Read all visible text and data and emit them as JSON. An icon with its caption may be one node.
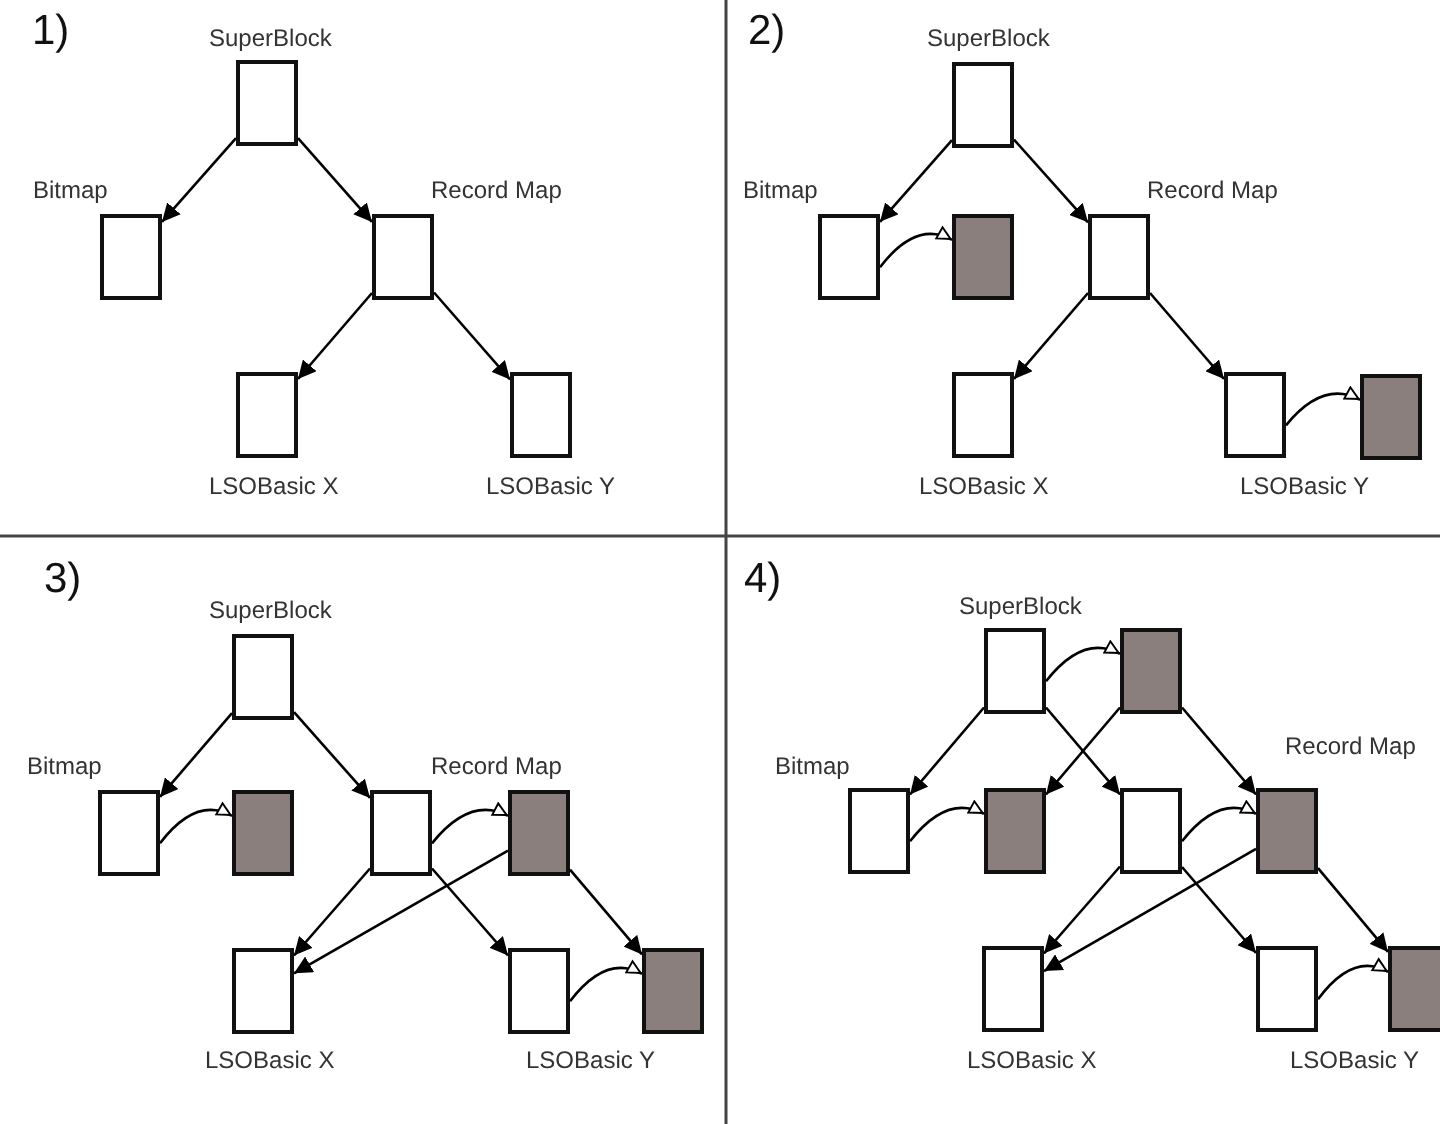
{
  "diagram": {
    "nodes": [
      {
        "text": [
          "SuperBlock"
        ]
      },
      {
        "text": [
          "Bitmap"
        ]
      },
      {
        "text": [
          "Record Map"
        ]
      },
      {
        "text": [
          "LSOBasic X"
        ]
      },
      {
        "text": [
          "LSOBasic Y"
        ]
      },
      {
        "text": [
          "SuperBlock"
        ]
      },
      {
        "text": [
          "Bitmap"
        ]
      },
      {
        "text": [],
        "shape": "box"
      },
      {
        "text": [
          "Record Map"
        ]
      },
      {
        "text": [
          "LSOBasic X"
        ]
      },
      {
        "text": [
          "LSOBasic Y"
        ]
      },
      {
        "text": [],
        "shape": "box"
      },
      {
        "text": [
          "SuperBlock"
        ]
      },
      {
        "text": [
          "Bitmap"
        ]
      },
      {
        "text": [],
        "shape": "box"
      },
      {
        "text": [
          "Record Map"
        ]
      },
      {
        "text": [],
        "shape": "box"
      },
      {
        "text": [
          "LSOBasic X"
        ]
      },
      {
        "text": [
          "LSOBasic Y"
        ]
      },
      {
        "text": [],
        "shape": "box"
      },
      {
        "text": [
          "SuperBlock"
        ]
      },
      {
        "text": [],
        "shape": "box"
      },
      {
        "text": [
          "Bitmap"
        ]
      },
      {
        "text": [],
        "shape": "box"
      },
      {
        "text": [],
        "shape": "box"
      },
      {
        "text": [
          "Record Map"
        ]
      },
      {
        "text": [
          "LSOBasic X"
        ]
      },
      {
        "text": [
          "LSOBasic Y"
        ]
      },
      {
        "text": [],
        "shape": "box"
      }
    ],
    "edges": [
      {
        "from": 0,
        "to": 1,
        "arrow": "to"
      },
      {
        "from": 0,
        "to": 2,
        "arrow": "to"
      },
      {
        "from": 2,
        "to": 3,
        "arrow": "to"
      },
      {
        "from": 2,
        "to": 4,
        "arrow": "to"
      },
      {
        "from": 5,
        "to": 6,
        "arrow": "to"
      },
      {
        "from": 5,
        "to": 8,
        "arrow": "to"
      },
      {
        "from": 6,
        "to": 7,
        "arrow": "to"
      },
      {
        "from": 8,
        "to": 9,
        "arrow": "to"
      },
      {
        "from": 8,
        "to": 10,
        "arrow": "to"
      },
      {
        "from": 10,
        "to": 11,
        "arrow": "to"
      },
      {
        "from": 12,
        "to": 13,
        "arrow": "to"
      },
      {
        "from": 12,
        "to": 15,
        "arrow": "to"
      },
      {
        "from": 13,
        "to": 14,
        "arrow": "to"
      },
      {
        "from": 15,
        "to": 16,
        "arrow": "to"
      },
      {
        "from": 15,
        "to": 17,
        "arrow": "to"
      },
      {
        "from": 15,
        "to": 18,
        "arrow": "to"
      },
      {
        "from": 16,
        "to": 17,
        "arrow": "to"
      },
      {
        "from": 16,
        "to": 19,
        "arrow": "to"
      },
      {
        "from": 18,
        "to": 19,
        "arrow": "to"
      },
      {
        "from": 20,
        "to": 21,
        "arrow": "to"
      },
      {
        "from": 20,
        "to": 22,
        "arrow": "to"
      },
      {
        "from": 20,
        "to": 24,
        "arrow": "to"
      },
      {
        "from": 21,
        "to": 23,
        "arrow": "to"
      },
      {
        "from": 21,
        "to": 25,
        "arrow": "to"
      },
      {
        "from": 22,
        "to": 23,
        "arrow": "to"
      },
      {
        "from": 24,
        "to": 25,
        "arrow": "to"
      },
      {
        "from": 24,
        "to": 26,
        "arrow": "to"
      },
      {
        "from": 24,
        "to": 27,
        "arrow": "to"
      },
      {
        "from": 25,
        "to": 26,
        "arrow": "to"
      },
      {
        "from": 25,
        "to": 28,
        "arrow": "to"
      },
      {
        "from": 27,
        "to": 28,
        "arrow": "to"
      }
    ],
    "labels": [
      "1)",
      "2)",
      "3)",
      "4)"
    ]
  }
}
